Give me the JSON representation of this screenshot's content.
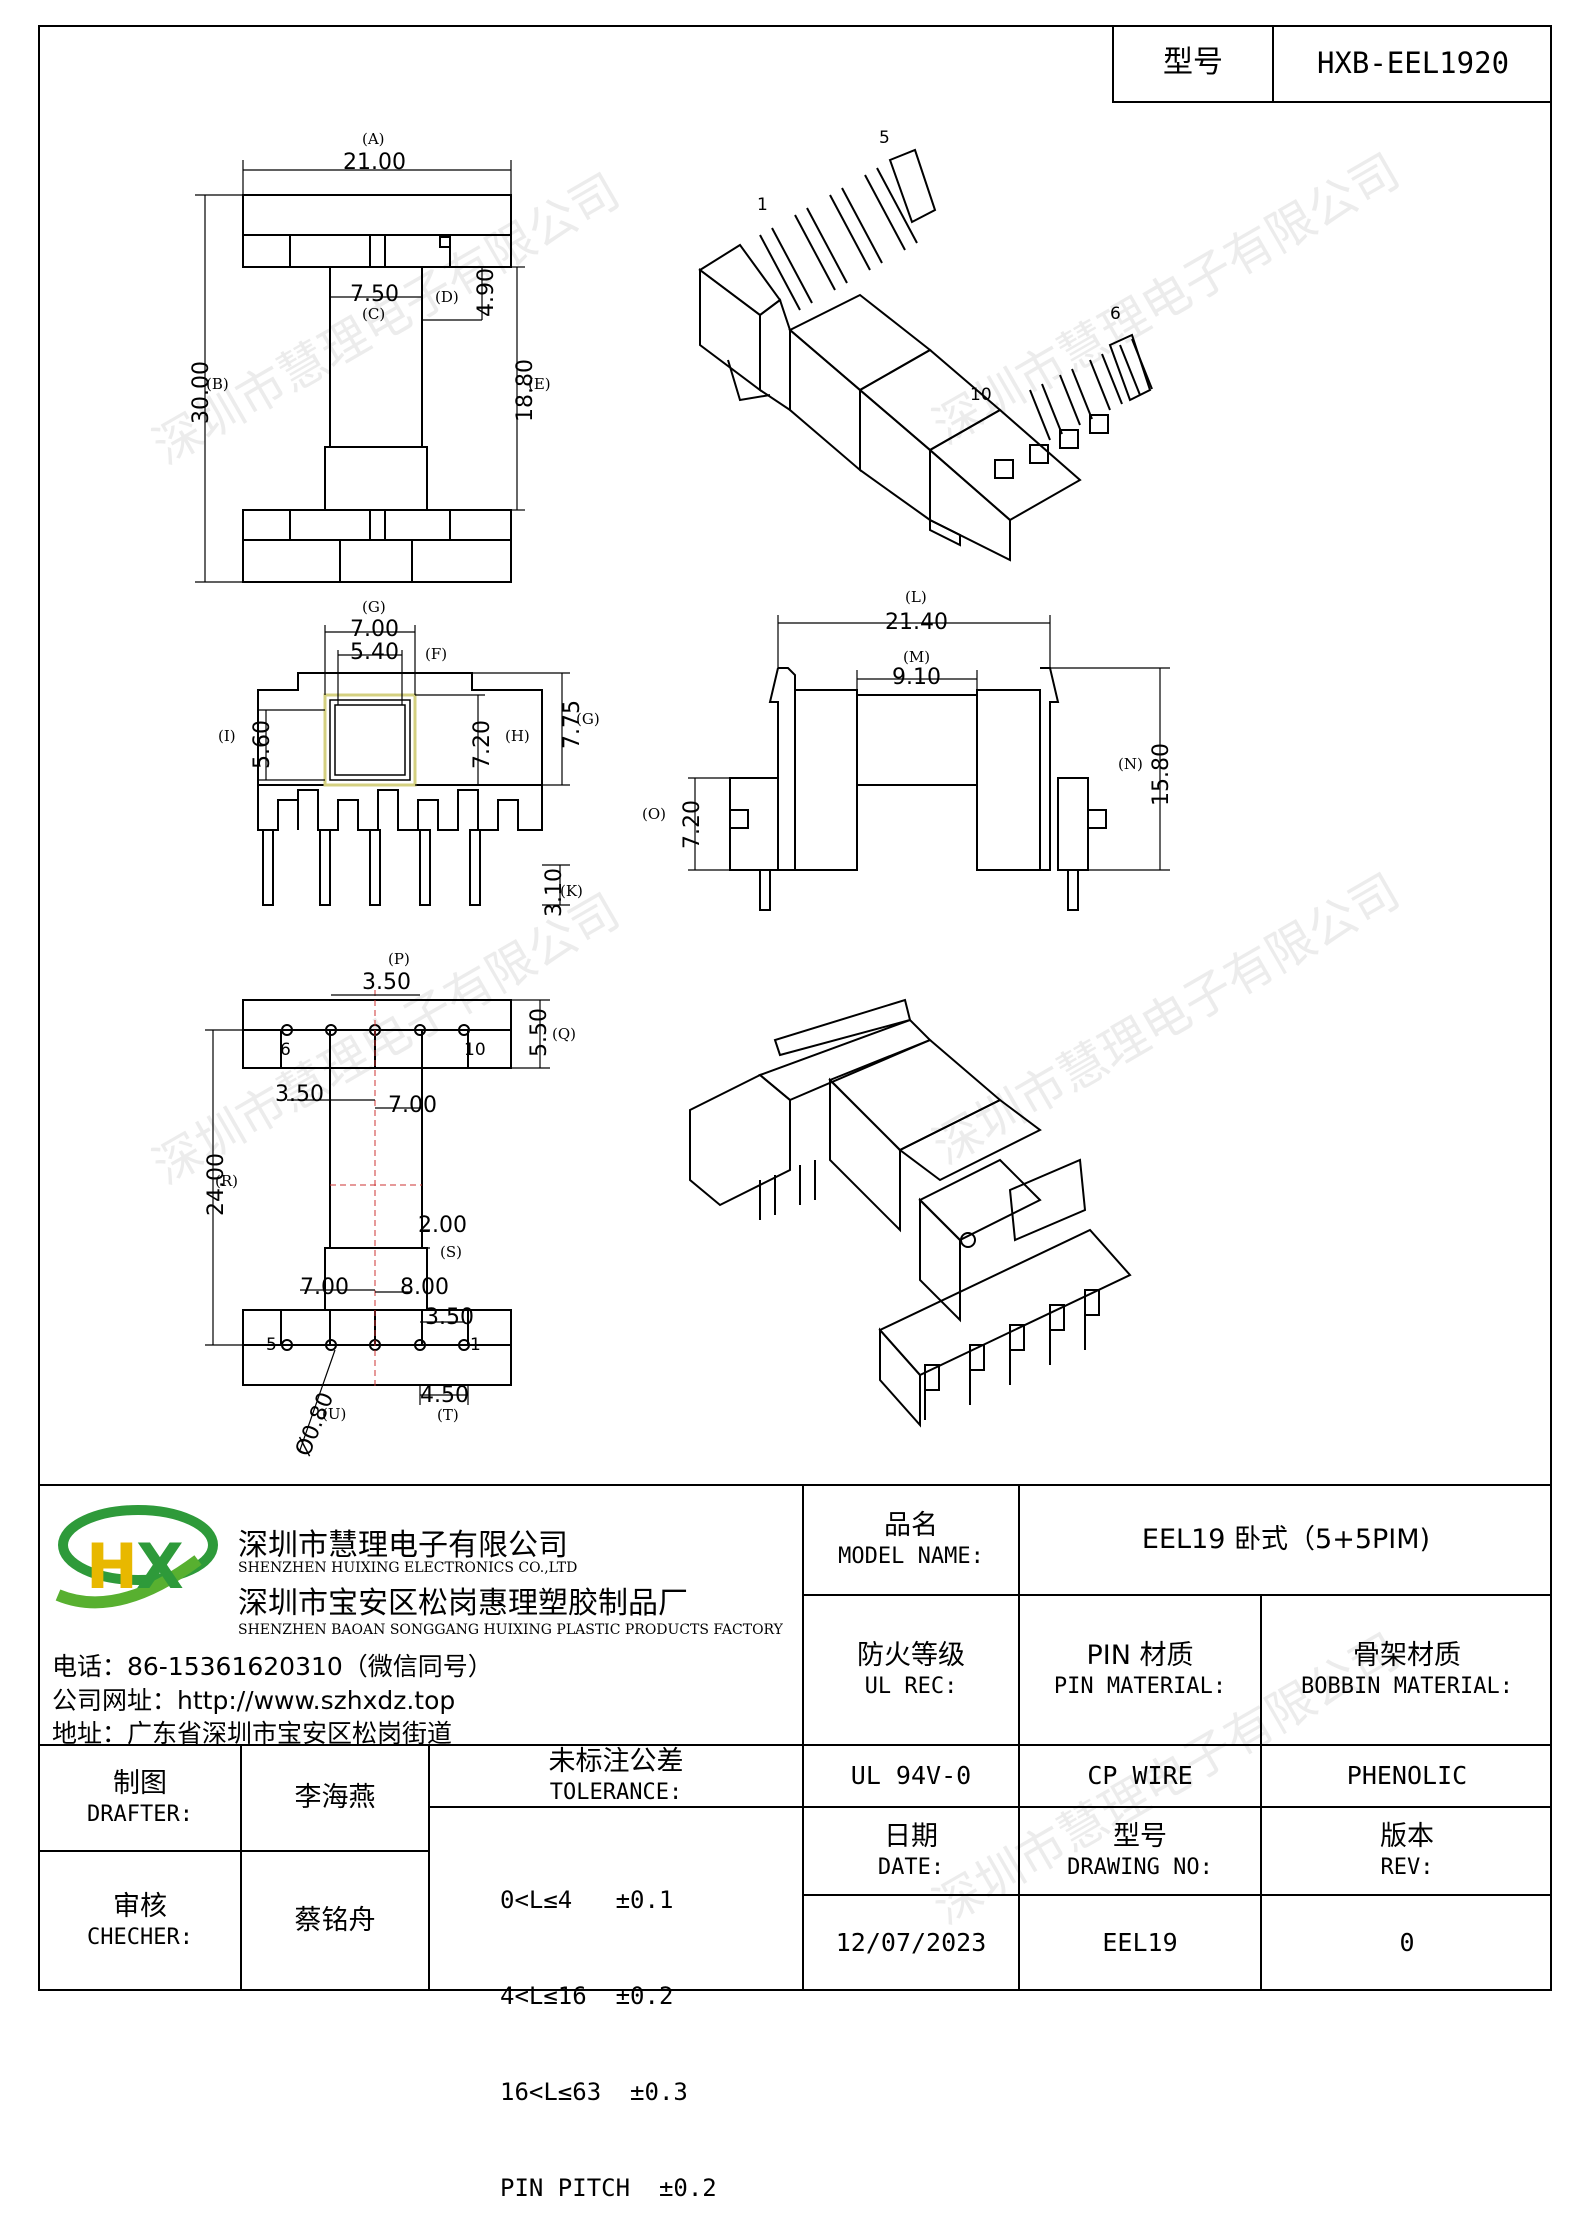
{
  "header": {
    "model_label": "型号",
    "model_value": "HXB-EEL1920"
  },
  "watermark": "深圳市慧理电子有限公司",
  "drawing": {
    "top_view": {
      "dims": [
        "(A)",
        "21.00",
        "(B)",
        "30.00",
        "7.50",
        "(C)",
        "(D)",
        "4.90",
        "18.80",
        "(E)"
      ]
    },
    "end_view": {
      "dims": [
        "(G)",
        "7.00",
        "5.40",
        "(F)",
        "(I)",
        "5.60",
        "7.20",
        "(H)",
        "7.75",
        "(G)",
        "3.10",
        "(K)"
      ]
    },
    "side_view": {
      "dims": [
        "(L)",
        "21.40",
        "(M)",
        "9.10",
        "(N)",
        "15.80",
        "(O)",
        "7.20"
      ]
    },
    "bottom_view": {
      "dims": [
        "(P)",
        "3.50",
        "5.50",
        "(Q)",
        "3.50",
        "7.00",
        "24.00",
        "(R)",
        "2.00",
        "(S)",
        "7.00",
        "8.00",
        "3.50",
        "4.50",
        "(T)",
        "Ø0.80",
        "(U)"
      ],
      "pins": [
        "6",
        "10",
        "5",
        "1"
      ]
    },
    "iso_top_pins": [
      "1",
      "5",
      "6",
      "10"
    ]
  },
  "company": {
    "logo_text": "HX",
    "name_cn": "深圳市慧理电子有限公司",
    "name_en": "SHENZHEN HUIXING ELECTRONICS CO.,LTD",
    "factory_cn": "深圳市宝安区松岗惠理塑胶制品厂",
    "factory_en": "SHENZHEN BAOAN SONGGANG HUIXING PLASTIC PRODUCTS FACTORY",
    "phone": "电话：86-15361620310（微信同号）",
    "website": "公司网址：http://www.szhxdz.top",
    "address": "地址：广东省深圳市宝安区松岗街道"
  },
  "title_block": {
    "model_name_label_cn": "品名",
    "model_name_label_en": "MODEL NAME:",
    "model_name_value": "EEL19 卧式（5+5PIM)",
    "ul_label_cn": "防火等级",
    "ul_label_en": "UL REC:",
    "pin_label_cn": "PIN 材质",
    "pin_label_en": "PIN MATERIAL:",
    "bobbin_label_cn": "骨架材质",
    "bobbin_label_en": "BOBBIN MATERIAL:",
    "ul_value": "UL 94V-0",
    "pin_value": "CP WIRE",
    "bobbin_value": "PHENOLIC",
    "date_label_cn": "日期",
    "date_label_en": "DATE:",
    "drawing_no_label_cn": "型号",
    "drawing_no_label_en": "DRAWING NO:",
    "rev_label_cn": "版本",
    "rev_label_en": "REV:",
    "date_value": "12/07/2023",
    "drawing_no_value": "EEL19",
    "rev_value": "0",
    "drafter_label_cn": "制图",
    "drafter_label_en": "DRAFTER:",
    "drafter_value": "李海燕",
    "checker_label_cn": "审核",
    "checker_label_en": "CHECHER:",
    "checker_value": "蔡铭舟",
    "tolerance_label_cn": "未标注公差",
    "tolerance_label_en": "TOLERANCE:",
    "tolerances": [
      "0<L≤4   ±0.1",
      "4<L≤16  ±0.2",
      "16<L≤63  ±0.3",
      "PIN PITCH  ±0.2"
    ]
  }
}
